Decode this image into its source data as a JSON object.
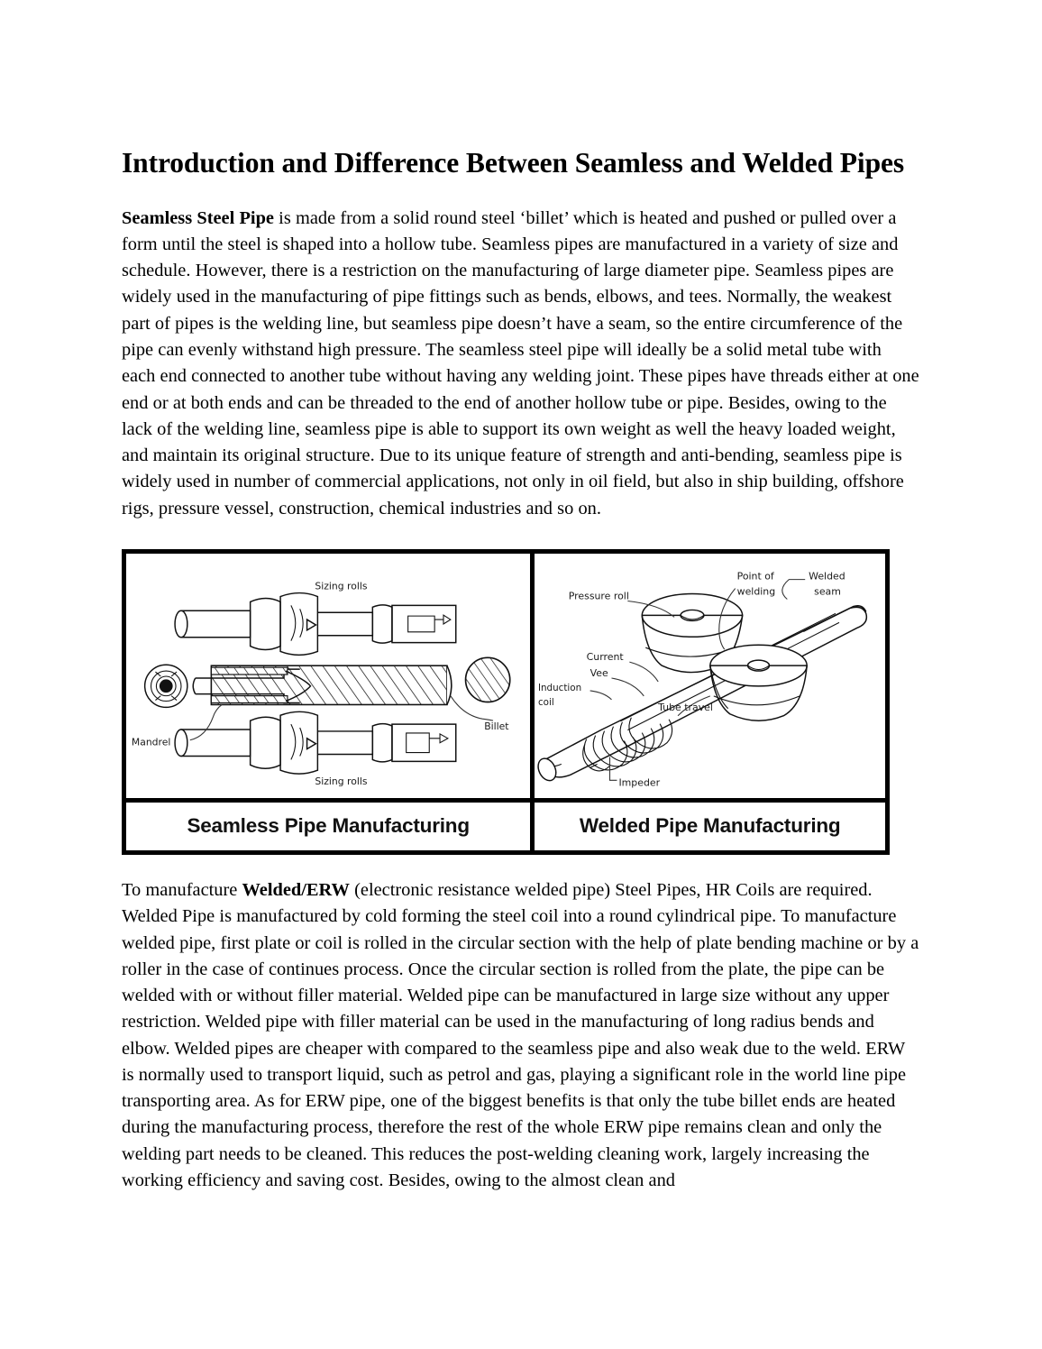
{
  "document": {
    "title": "Introduction and Difference Between Seamless and Welded Pipes",
    "paragraph1": {
      "lead": "Seamless Steel Pipe",
      "rest": " is made from a solid round steel ‘billet’ which is heated and pushed or pulled over a form until the steel is shaped into a hollow tube. Seamless pipes are manufactured in a variety of size and schedule. However, there is a restriction on the manufacturing of large diameter pipe. Seamless pipes are widely used in the manufacturing of pipe fittings such as bends, elbows, and tees. Normally, the weakest part of pipes is the welding line, but seamless pipe doesn’t have a seam, so the entire circumference of the pipe can evenly withstand high pressure. The seamless steel pipe will ideally be a solid metal tube with each end connected to another tube without having any welding joint. These pipes have threads either at one end or at both ends and can be threaded to the end of another hollow tube or pipe. Besides, owing to the lack of the welding line, seamless pipe is able to support its own weight as well the heavy loaded weight, and maintain its original structure. Due to its unique feature of strength and anti-bending, seamless pipe is widely used in number of commercial applications, not only in oil field, but also in ship building, offshore rigs, pressure vessel, construction, chemical industries and so on."
    },
    "paragraph2": {
      "before": "To manufacture ",
      "lead": "Welded/ERW",
      "rest": " (electronic resistance welded pipe) Steel Pipes, HR Coils are required. Welded Pipe is manufactured by cold forming the steel coil into a round cylindrical pipe. To manufacture welded pipe, first plate or coil is rolled in the circular section with the help of plate bending machine or by a roller in the case of continues process. Once the circular section is rolled from the plate, the pipe can be welded with or without filler material. Welded pipe can be manufactured in large size without any upper restriction. Welded pipe with filler material can be used in the manufacturing of long radius bends and elbow. Welded pipes are cheaper with compared to the seamless pipe and also weak due to the weld. ERW is normally used to transport liquid, such as petrol and gas, playing a significant role in the world line pipe transporting area. As for ERW pipe, one of the biggest benefits is that only the tube billet ends are heated during the manufacturing process, therefore the rest of the whole ERW pipe remains clean and only the welding part needs to be cleaned. This reduces the post-welding cleaning work, largely increasing the working efficiency and saving cost. Besides, owing to the almost clean and"
    }
  },
  "figure": {
    "caption_left": "Seamless Pipe Manufacturing",
    "caption_right": "Welded Pipe Manufacturing",
    "diagram_left": {
      "name": "seamless-pipe-manufacturing-diagram",
      "labels": {
        "sizing_rolls_top": "Sizing rolls",
        "sizing_rolls_bottom": "Sizing rolls",
        "mandrel": "Mandrel",
        "billet": "Billet"
      }
    },
    "diagram_right": {
      "name": "welded-erw-pipe-manufacturing-diagram",
      "labels": {
        "pressure_roll": "Pressure roll",
        "point_of_welding_line1": "Point of",
        "point_of_welding_line2": "welding",
        "welded_seam_line1": "Welded",
        "welded_seam_line2": "seam",
        "current": "Current",
        "vee": "Vee",
        "induction_coil_line1": "Induction",
        "induction_coil_line2": "coil",
        "tube_travel": "Tube travel",
        "impeder": "Impeder"
      }
    }
  },
  "colors": {
    "page_background": "#ffffff",
    "text": "#000000",
    "figure_border": "#000000",
    "diagram_ink": "#111111"
  }
}
